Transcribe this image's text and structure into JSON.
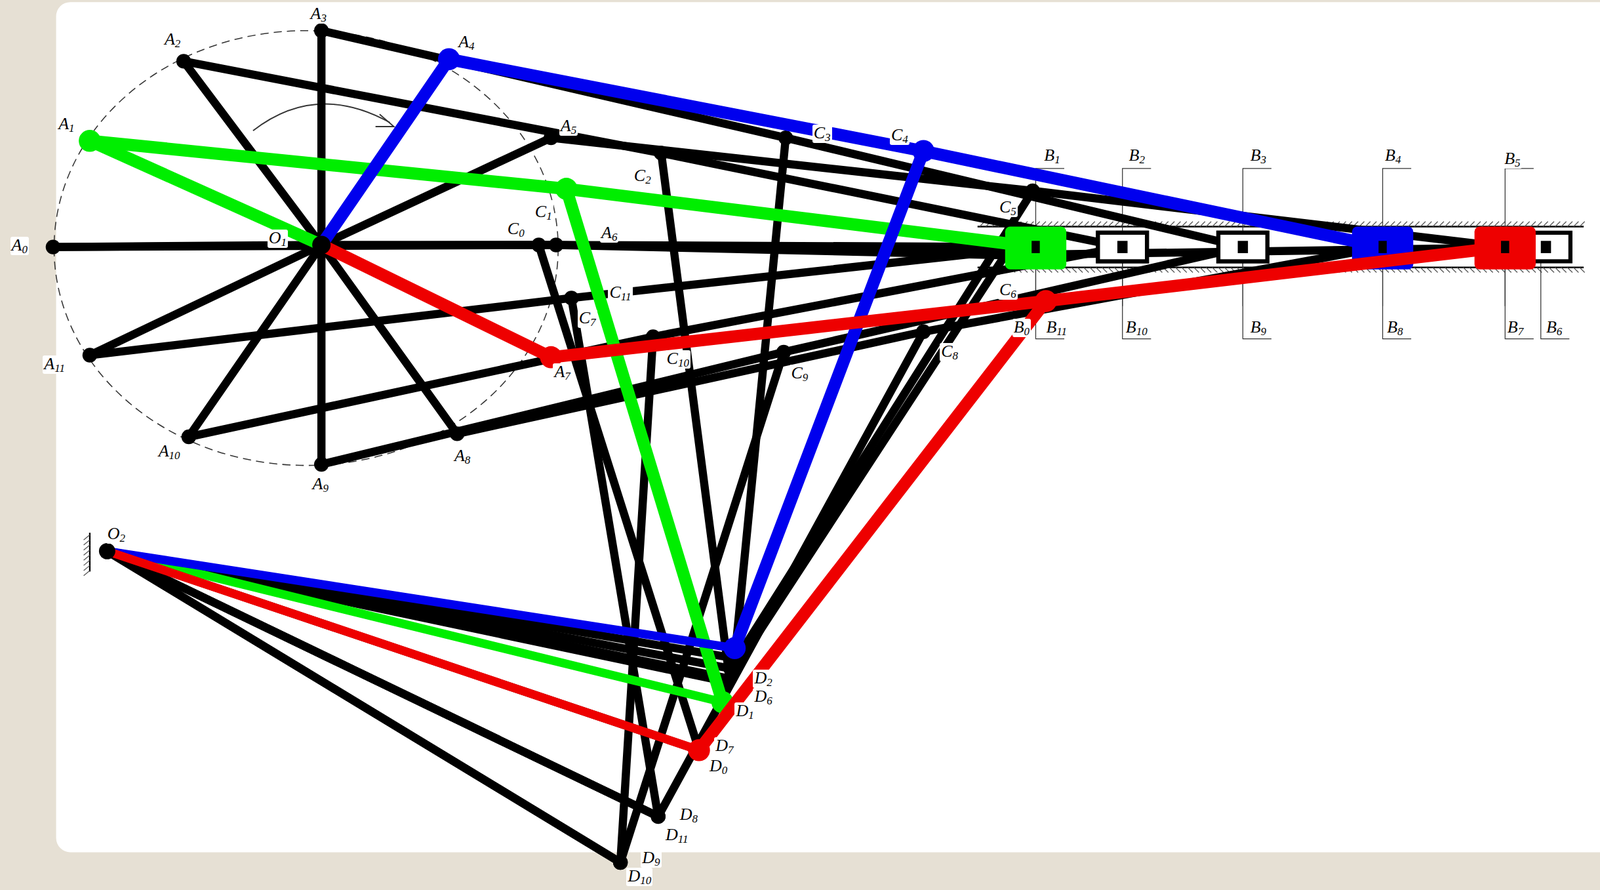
{
  "diagram": {
    "labels": [
      "A0",
      "A1",
      "A2",
      "A3",
      "A4",
      "A5",
      "A6",
      "A7",
      "A8",
      "A9",
      "A10",
      "A11",
      "O1",
      "O2",
      "B1",
      "B2",
      "B3",
      "B4",
      "B5",
      "B6",
      "B7",
      "B8",
      "B9",
      "B10",
      "B11",
      "B0",
      "C0",
      "C1",
      "C2",
      "C3",
      "C4",
      "C5",
      "C6",
      "C7",
      "C8",
      "C9",
      "C10",
      "C11",
      "D0",
      "D1",
      "D2",
      "D6",
      "D7",
      "D8",
      "D9",
      "D10",
      "D11"
    ]
  }
}
